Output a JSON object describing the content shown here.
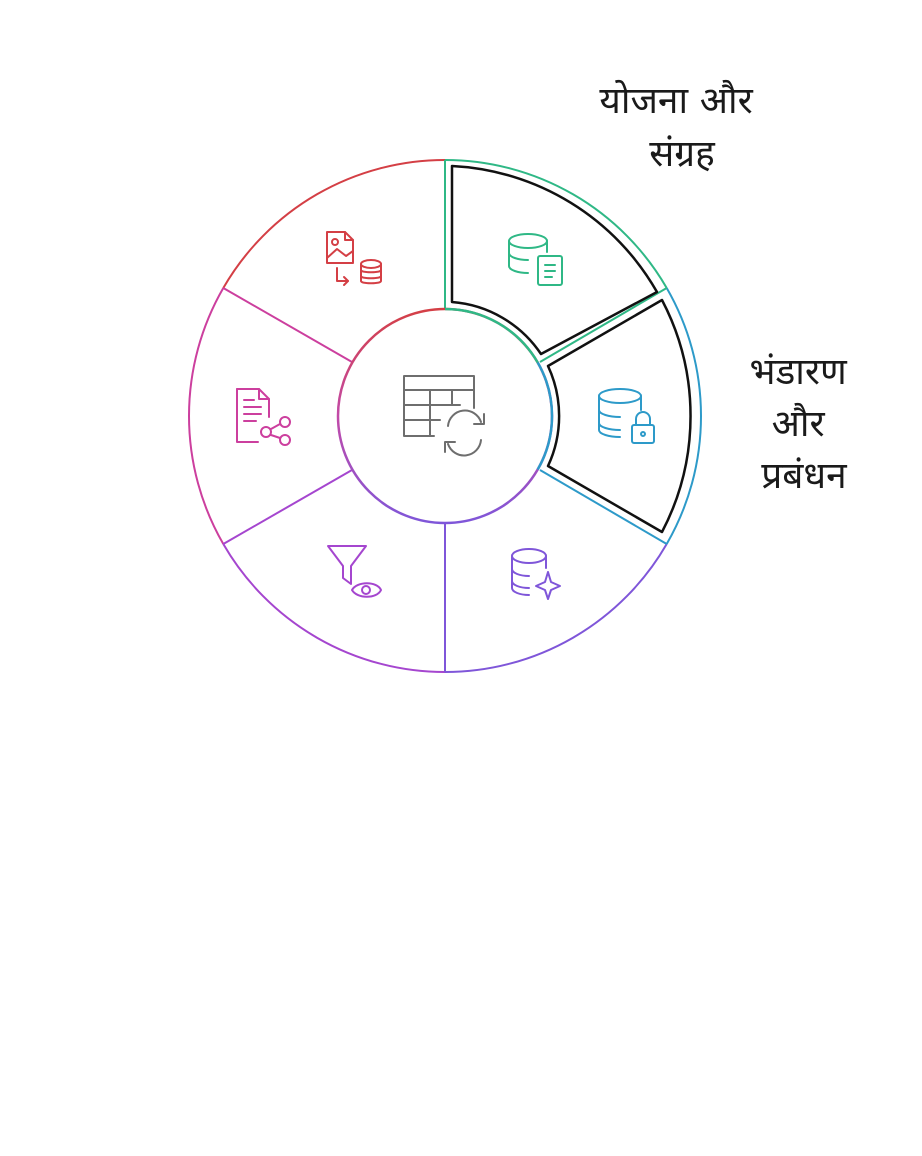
{
  "diagram": {
    "labels": {
      "planning": {
        "lines": [
          "योजना और",
          "संग्रह"
        ]
      },
      "storage": {
        "lines": [
          "भंडारण",
          "और",
          "प्रबंधन"
        ]
      }
    },
    "segments": [
      {
        "id": "planning-collection",
        "icon": "database-document-icon",
        "color": "#2fb886",
        "highlighted": true
      },
      {
        "id": "storage-management",
        "icon": "database-lock-icon",
        "color": "#2d9ac9",
        "highlighted": true
      },
      {
        "id": "segment-database-sparkle",
        "icon": "database-sparkle-icon",
        "color": "#7f56d9",
        "highlighted": false
      },
      {
        "id": "segment-filter-view",
        "icon": "filter-eye-icon",
        "color": "#a546cf",
        "highlighted": false
      },
      {
        "id": "segment-document-share",
        "icon": "document-share-icon",
        "color": "#cc3f9e",
        "highlighted": false
      },
      {
        "id": "segment-image-to-database",
        "icon": "image-to-database-icon",
        "color": "#d43f45",
        "highlighted": false
      }
    ],
    "center": {
      "icon": "table-sync-icon",
      "color": "#6e6e6e"
    }
  }
}
